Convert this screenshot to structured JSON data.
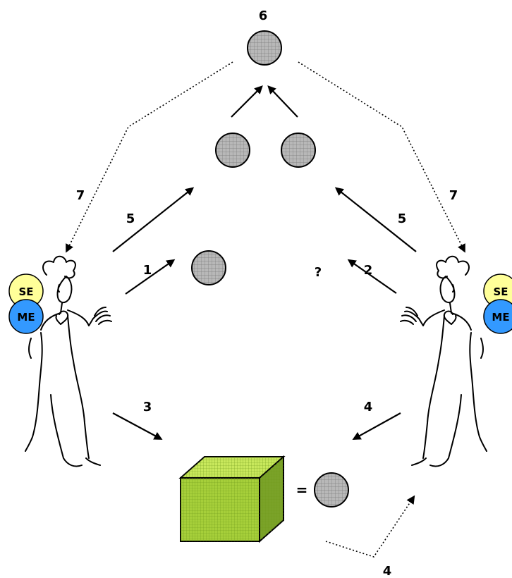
{
  "labels": {
    "step_6": "6",
    "step_7_left": "7",
    "step_7_right": "7",
    "step_5_left": "5",
    "step_5_right": "5",
    "step_1": "1",
    "step_2": "2",
    "step_3": "3",
    "step_4_right": "4",
    "step_4_bottom": "4",
    "question_mark": "?",
    "equals": "="
  },
  "badges": {
    "left_se": "SE",
    "left_me": "ME",
    "right_se": "SE",
    "right_me": "ME"
  },
  "colors": {
    "node_fill": "#b8b8b8",
    "se_badge": "#ffff99",
    "me_badge": "#3399ff",
    "cube_front": "#a6cf3a",
    "cube_top": "#c8e85c",
    "cube_side": "#7aa228",
    "arrow": "#000000"
  }
}
